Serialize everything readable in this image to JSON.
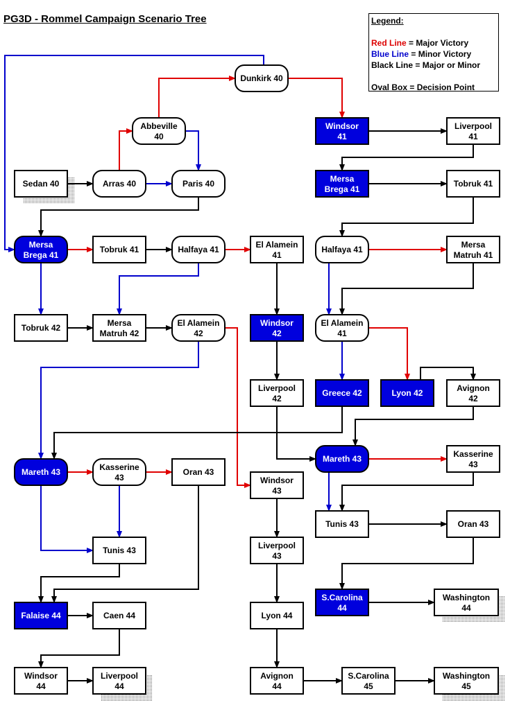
{
  "title": "PG3D - Rommel Campaign Scenario Tree",
  "legend": {
    "heading": "Legend:",
    "items": [
      {
        "key": "Red Line",
        "desc": " = Major Victory",
        "color": "#dd0000"
      },
      {
        "key": "Blue Line",
        "desc": " = Minor Victory",
        "color": "#0000cc"
      },
      {
        "key": "Black Line",
        "desc": " = Major or Minor",
        "color": "#000000"
      }
    ],
    "note": "Oval Box = Decision Point"
  },
  "colors": {
    "red": "#e00000",
    "blue": "#0000cc",
    "black": "#000000",
    "fill_highlight": "#0000dd"
  },
  "nodes": [
    {
      "id": "sedan40",
      "lines": [
        "Sedan 40"
      ],
      "shape": "rect",
      "fill": "white",
      "shadow": true
    },
    {
      "id": "arras40",
      "lines": [
        "Arras 40"
      ],
      "shape": "oval",
      "fill": "white"
    },
    {
      "id": "paris40",
      "lines": [
        "Paris 40"
      ],
      "shape": "oval",
      "fill": "white"
    },
    {
      "id": "abbeville40",
      "lines": [
        "Abbeville",
        "40"
      ],
      "shape": "oval",
      "fill": "white"
    },
    {
      "id": "dunkirk40",
      "lines": [
        "Dunkirk 40"
      ],
      "shape": "oval",
      "fill": "white"
    },
    {
      "id": "windsor41",
      "lines": [
        "Windsor",
        "41"
      ],
      "shape": "rect",
      "fill": "blue"
    },
    {
      "id": "liverpool41",
      "lines": [
        "Liverpool",
        "41"
      ],
      "shape": "rect",
      "fill": "white"
    },
    {
      "id": "mersabrega41r",
      "lines": [
        "Mersa",
        "Brega 41"
      ],
      "shape": "rect",
      "fill": "blue"
    },
    {
      "id": "tobruk41r",
      "lines": [
        "Tobruk 41"
      ],
      "shape": "rect",
      "fill": "white"
    },
    {
      "id": "mersabrega41",
      "lines": [
        "Mersa",
        "Brega 41"
      ],
      "shape": "oval",
      "fill": "blue"
    },
    {
      "id": "tobruk41",
      "lines": [
        "Tobruk 41"
      ],
      "shape": "rect",
      "fill": "white"
    },
    {
      "id": "halfaya41",
      "lines": [
        "Halfaya 41"
      ],
      "shape": "oval",
      "fill": "white"
    },
    {
      "id": "elalamein41",
      "lines": [
        "El Alamein",
        "41"
      ],
      "shape": "rect",
      "fill": "white"
    },
    {
      "id": "halfaya41r",
      "lines": [
        "Halfaya 41"
      ],
      "shape": "oval",
      "fill": "white"
    },
    {
      "id": "mersamatruh41",
      "lines": [
        "Mersa",
        "Matruh 41"
      ],
      "shape": "rect",
      "fill": "white"
    },
    {
      "id": "tobruk42",
      "lines": [
        "Tobruk 42"
      ],
      "shape": "rect",
      "fill": "white"
    },
    {
      "id": "mersamatruh42",
      "lines": [
        "Mersa",
        "Matruh 42"
      ],
      "shape": "rect",
      "fill": "white"
    },
    {
      "id": "elalamein42",
      "lines": [
        "El Alamein",
        "42"
      ],
      "shape": "oval",
      "fill": "white"
    },
    {
      "id": "windsor42",
      "lines": [
        "Windsor",
        "42"
      ],
      "shape": "rect",
      "fill": "blue"
    },
    {
      "id": "elalamein41r",
      "lines": [
        "El Alamein",
        "41"
      ],
      "shape": "oval",
      "fill": "white"
    },
    {
      "id": "liverpool42",
      "lines": [
        "Liverpool",
        "42"
      ],
      "shape": "rect",
      "fill": "white"
    },
    {
      "id": "greece42",
      "lines": [
        "Greece 42"
      ],
      "shape": "rect",
      "fill": "blue"
    },
    {
      "id": "lyon42",
      "lines": [
        "Lyon 42"
      ],
      "shape": "rect",
      "fill": "blue"
    },
    {
      "id": "avignon42",
      "lines": [
        "Avignon",
        "42"
      ],
      "shape": "rect",
      "fill": "white"
    },
    {
      "id": "mareth43",
      "lines": [
        "Mareth 43"
      ],
      "shape": "oval",
      "fill": "blue"
    },
    {
      "id": "kasserine43",
      "lines": [
        "Kasserine",
        "43"
      ],
      "shape": "oval",
      "fill": "white"
    },
    {
      "id": "oran43",
      "lines": [
        "Oran 43"
      ],
      "shape": "rect",
      "fill": "white"
    },
    {
      "id": "windsor43",
      "lines": [
        "Windsor",
        "43"
      ],
      "shape": "rect",
      "fill": "white"
    },
    {
      "id": "mareth43r",
      "lines": [
        "Mareth 43"
      ],
      "shape": "oval",
      "fill": "blue"
    },
    {
      "id": "kasserine43r",
      "lines": [
        "Kasserine",
        "43"
      ],
      "shape": "rect",
      "fill": "white"
    },
    {
      "id": "tunis43r",
      "lines": [
        "Tunis 43"
      ],
      "shape": "rect",
      "fill": "white"
    },
    {
      "id": "oran43r",
      "lines": [
        "Oran 43"
      ],
      "shape": "rect",
      "fill": "white"
    },
    {
      "id": "tunis43",
      "lines": [
        "Tunis 43"
      ],
      "shape": "rect",
      "fill": "white"
    },
    {
      "id": "liverpool43",
      "lines": [
        "Liverpool",
        "43"
      ],
      "shape": "rect",
      "fill": "white"
    },
    {
      "id": "falaise44",
      "lines": [
        "Falaise 44"
      ],
      "shape": "rect",
      "fill": "blue"
    },
    {
      "id": "caen44",
      "lines": [
        "Caen 44"
      ],
      "shape": "rect",
      "fill": "white"
    },
    {
      "id": "lyon44",
      "lines": [
        "Lyon 44"
      ],
      "shape": "rect",
      "fill": "white"
    },
    {
      "id": "scarolina44",
      "lines": [
        "S.Carolina",
        "44"
      ],
      "shape": "rect",
      "fill": "blue"
    },
    {
      "id": "washington44",
      "lines": [
        "Washington",
        "44"
      ],
      "shape": "rect",
      "fill": "white",
      "shadow": true
    },
    {
      "id": "windsor44",
      "lines": [
        "Windsor",
        "44"
      ],
      "shape": "rect",
      "fill": "white"
    },
    {
      "id": "liverpool44",
      "lines": [
        "Liverpool",
        "44"
      ],
      "shape": "rect",
      "fill": "white",
      "shadow": true
    },
    {
      "id": "avignon44",
      "lines": [
        "Avignon",
        "44"
      ],
      "shape": "rect",
      "fill": "white"
    },
    {
      "id": "scarolina45",
      "lines": [
        "S.Carolina",
        "45"
      ],
      "shape": "rect",
      "fill": "white"
    },
    {
      "id": "washington45",
      "lines": [
        "Washington",
        "45"
      ],
      "shape": "rect",
      "fill": "white",
      "shadow": true
    }
  ],
  "edges": [
    {
      "from": "sedan40",
      "to": "arras40",
      "type": "black"
    },
    {
      "from": "arras40",
      "to": "paris40",
      "type": "blue"
    },
    {
      "from": "arras40",
      "to": "abbeville40",
      "type": "red"
    },
    {
      "from": "abbeville40",
      "to": "paris40",
      "type": "blue"
    },
    {
      "from": "abbeville40",
      "to": "dunkirk40",
      "type": "red"
    },
    {
      "from": "dunkirk40",
      "to": "mersabrega41",
      "type": "blue"
    },
    {
      "from": "dunkirk40",
      "to": "windsor41",
      "type": "red"
    },
    {
      "from": "windsor41",
      "to": "liverpool41",
      "type": "black"
    },
    {
      "from": "liverpool41",
      "to": "mersabrega41r",
      "type": "black"
    },
    {
      "from": "mersabrega41r",
      "to": "tobruk41r",
      "type": "black"
    },
    {
      "from": "tobruk41r",
      "to": "halfaya41r",
      "type": "black"
    },
    {
      "from": "paris40",
      "to": "mersabrega41",
      "type": "black"
    },
    {
      "from": "mersabrega41",
      "to": "tobruk41",
      "type": "red"
    },
    {
      "from": "mersabrega41",
      "to": "tobruk42",
      "type": "blue"
    },
    {
      "from": "tobruk41",
      "to": "halfaya41",
      "type": "black"
    },
    {
      "from": "halfaya41",
      "to": "elalamein41",
      "type": "red"
    },
    {
      "from": "halfaya41",
      "to": "mersamatruh42",
      "type": "blue"
    },
    {
      "from": "tobruk42",
      "to": "mersamatruh42",
      "type": "black"
    },
    {
      "from": "mersamatruh42",
      "to": "elalamein42",
      "type": "black"
    },
    {
      "from": "elalamein41",
      "to": "windsor42",
      "type": "black"
    },
    {
      "from": "halfaya41r",
      "to": "mersamatruh41",
      "type": "red"
    },
    {
      "from": "halfaya41r",
      "to": "elalamein41r",
      "type": "blue"
    },
    {
      "from": "mersamatruh41",
      "to": "elalamein41r",
      "type": "black"
    },
    {
      "from": "elalamein41r",
      "to": "greece42",
      "type": "blue"
    },
    {
      "from": "elalamein41r",
      "to": "lyon42",
      "type": "red"
    },
    {
      "from": "lyon42",
      "to": "avignon42",
      "type": "black"
    },
    {
      "from": "windsor42",
      "to": "liverpool42",
      "type": "black"
    },
    {
      "from": "elalamein42",
      "to": "mareth43",
      "type": "blue"
    },
    {
      "from": "elalamein42",
      "to": "windsor43",
      "type": "red"
    },
    {
      "from": "greece42",
      "to": "mareth43",
      "type": "black"
    },
    {
      "from": "liverpool42",
      "to": "mareth43r",
      "type": "black"
    },
    {
      "from": "avignon42",
      "to": "mareth43r",
      "type": "black"
    },
    {
      "from": "mareth43",
      "to": "kasserine43",
      "type": "red"
    },
    {
      "from": "mareth43",
      "to": "tunis43",
      "type": "blue"
    },
    {
      "from": "kasserine43",
      "to": "oran43",
      "type": "red"
    },
    {
      "from": "kasserine43",
      "to": "tunis43",
      "type": "blue"
    },
    {
      "from": "mareth43r",
      "to": "kasserine43r",
      "type": "red"
    },
    {
      "from": "mareth43r",
      "to": "tunis43r",
      "type": "blue"
    },
    {
      "from": "kasserine43r",
      "to": "tunis43r",
      "type": "black"
    },
    {
      "from": "tunis43r",
      "to": "oran43r",
      "type": "black"
    },
    {
      "from": "oran43r",
      "to": "scarolina44",
      "type": "black"
    },
    {
      "from": "scarolina44",
      "to": "washington44",
      "type": "black"
    },
    {
      "from": "windsor43",
      "to": "liverpool43",
      "type": "black"
    },
    {
      "from": "liverpool43",
      "to": "lyon44",
      "type": "black"
    },
    {
      "from": "lyon44",
      "to": "avignon44",
      "type": "black"
    },
    {
      "from": "avignon44",
      "to": "scarolina45",
      "type": "black"
    },
    {
      "from": "scarolina45",
      "to": "washington45",
      "type": "black"
    },
    {
      "from": "tunis43",
      "to": "falaise44",
      "type": "black"
    },
    {
      "from": "oran43",
      "to": "falaise44",
      "type": "black"
    },
    {
      "from": "falaise44",
      "to": "caen44",
      "type": "black"
    },
    {
      "from": "caen44",
      "to": "windsor44",
      "type": "black"
    },
    {
      "from": "windsor44",
      "to": "liverpool44",
      "type": "black"
    }
  ]
}
